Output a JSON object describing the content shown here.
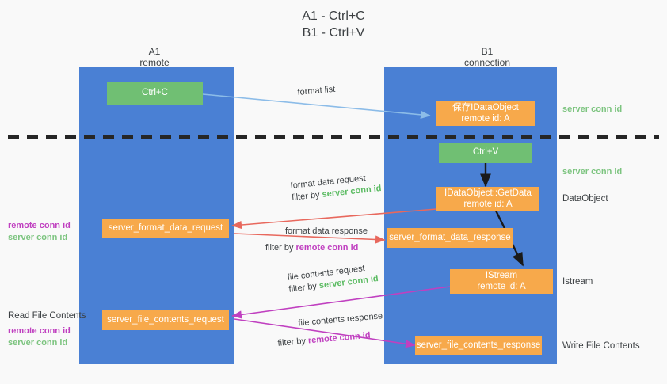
{
  "title": {
    "line1": "A1 - Ctrl+C",
    "line2": "B1 - Ctrl+V"
  },
  "lanes": [
    {
      "name": "A1",
      "sub": "remote",
      "color": "#4a80d4"
    },
    {
      "name": "B1",
      "sub": "connection",
      "color": "#4a80d4"
    }
  ],
  "colors": {
    "lane": "#4a80d4",
    "green_box": "#70bf73",
    "orange_box": "#f7a94b",
    "server_conn_id": "#7cc47f",
    "remote_conn_id": "#c040c0",
    "arrow_format_list": "#8cbce8",
    "arrow_format_data": "#e8685d",
    "arrow_file_contents": "#c040c0",
    "arrow_internal": "#1a1a1a",
    "divider": "#262626",
    "background": "#f9f9f9"
  },
  "boxes": {
    "ctrl_c": {
      "line1": "Ctrl+C",
      "line2": ""
    },
    "save_idataobject": {
      "line1": "保存IDataObject",
      "line2": "remote id: A"
    },
    "ctrl_v": {
      "line1": "Ctrl+V",
      "line2": ""
    },
    "getdata": {
      "line1": "IDataObject::GetData",
      "line2": "remote id: A"
    },
    "format_data_request": {
      "line1": "server_format_data_request",
      "line2": ""
    },
    "format_data_response": {
      "line1": "server_format_data_response",
      "line2": ""
    },
    "istream": {
      "line1": "IStream",
      "line2": "remote id: A"
    },
    "file_contents_request": {
      "line1": "server_file_contents_request",
      "line2": ""
    },
    "file_contents_response": {
      "line1": "server_file_contents_response",
      "line2": ""
    }
  },
  "arrow_labels": {
    "format_list": {
      "text": "format list"
    },
    "format_data_request": {
      "line1": "format data request",
      "filter_prefix": "filter by ",
      "filter_key": "server conn id"
    },
    "format_data_response": {
      "line1": "format data response",
      "filter_prefix": "filter by ",
      "filter_key": "remote conn id"
    },
    "file_contents_request": {
      "line1": "file contents request",
      "filter_prefix": "filter by ",
      "filter_key": "server conn id"
    },
    "file_contents_response": {
      "line1": "file contents response",
      "filter_prefix": "filter by ",
      "filter_key": "remote conn id"
    }
  },
  "annotations": {
    "right": [
      {
        "text": "server conn id",
        "kind": "server"
      },
      {
        "text": "server conn id",
        "kind": "server"
      },
      {
        "text": "DataObject",
        "kind": "plain"
      },
      {
        "text": "Istream",
        "kind": "plain"
      },
      {
        "text": "Write File Contents",
        "kind": "plain"
      }
    ],
    "left": {
      "group1_remote": "remote conn id",
      "group1_server": "server conn id",
      "read_file_contents": "Read File Contents",
      "group2_remote": "remote conn id",
      "group2_server": "server conn id"
    }
  }
}
